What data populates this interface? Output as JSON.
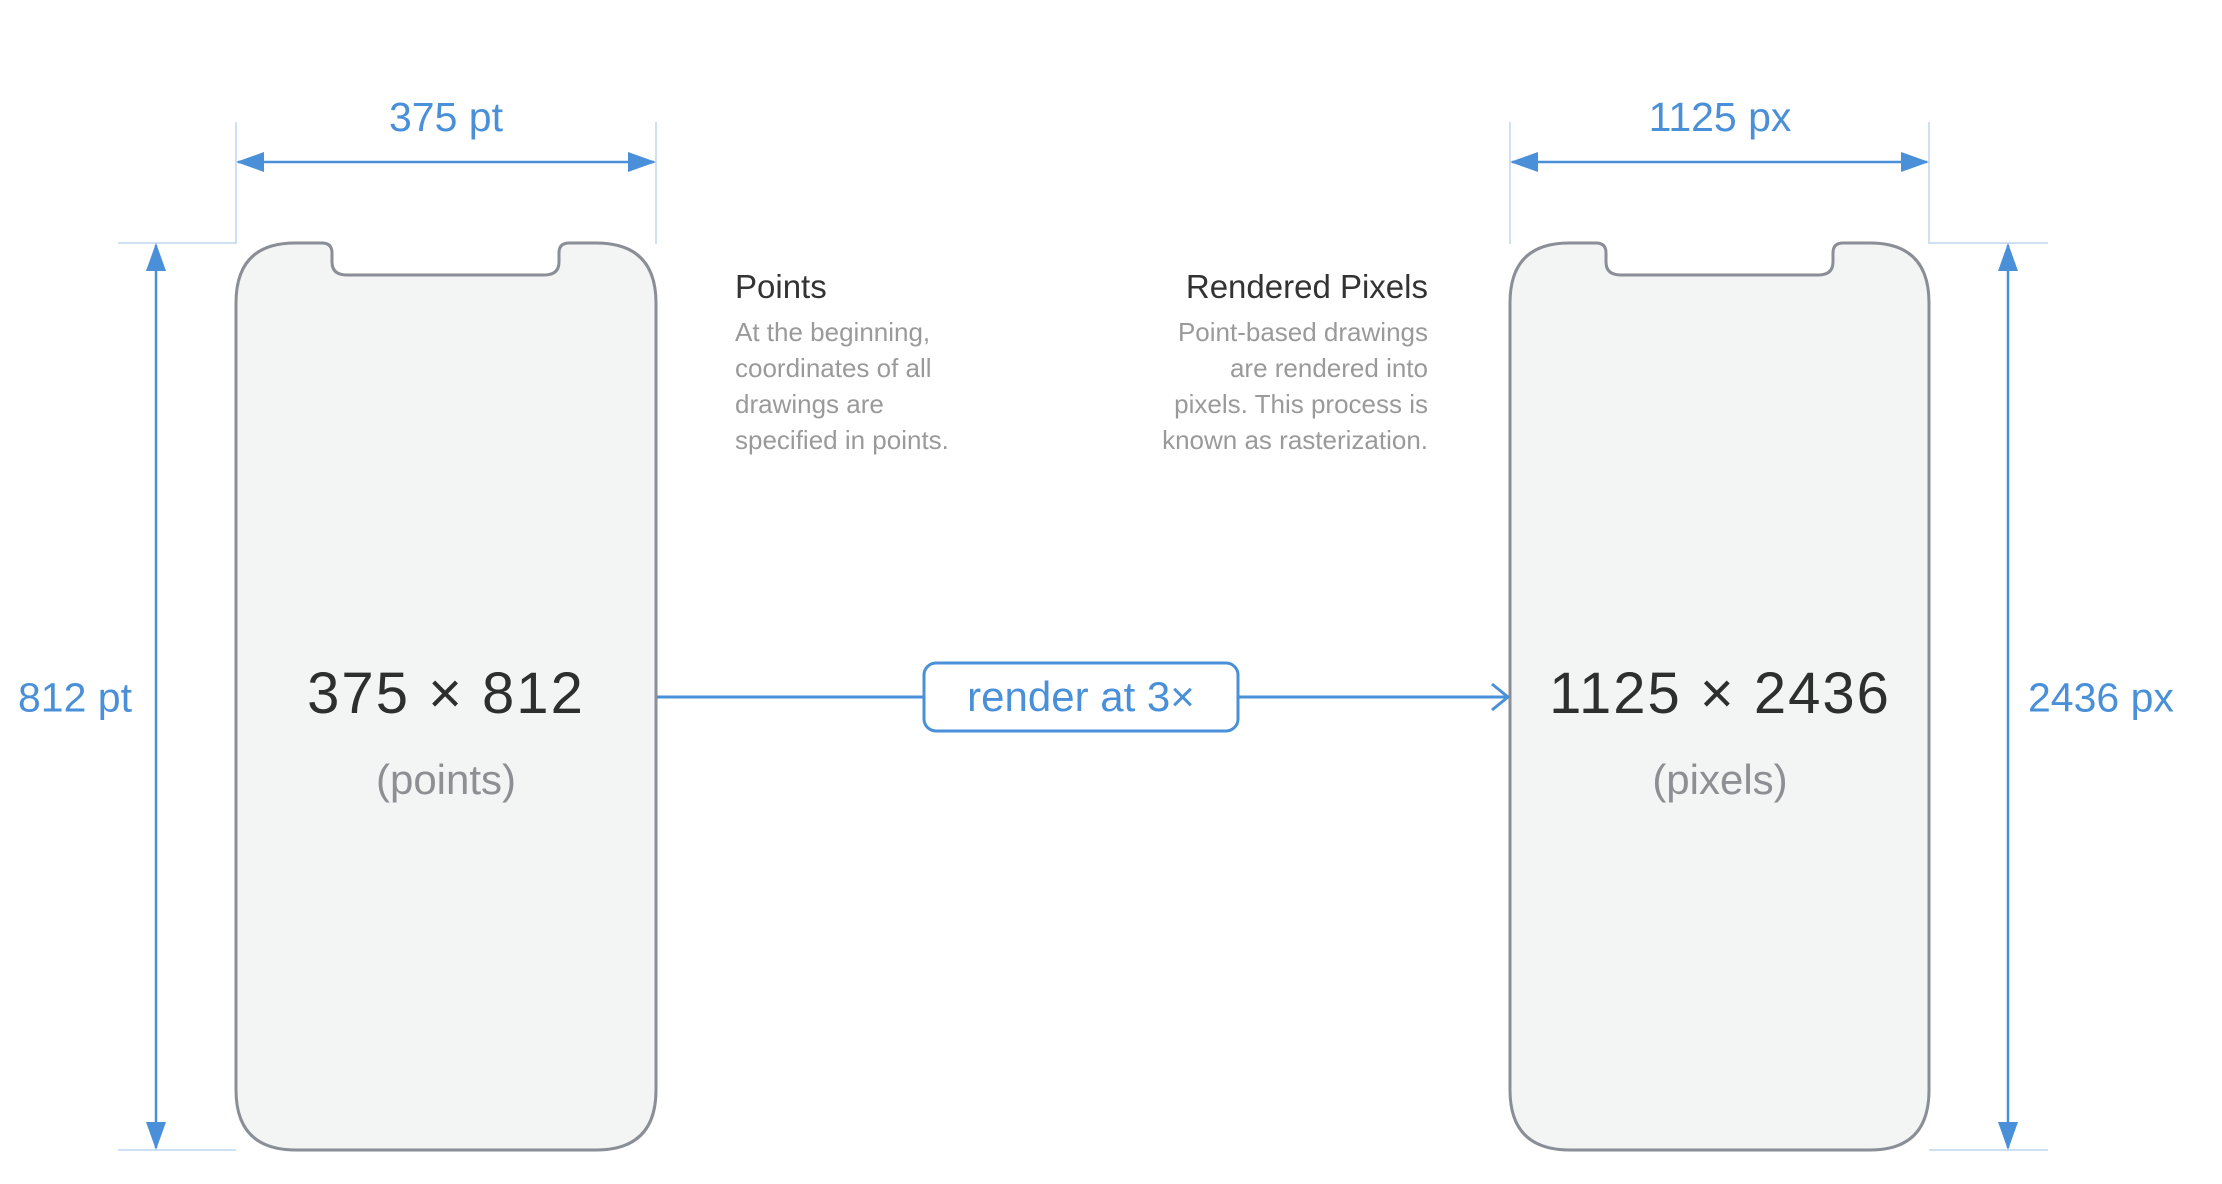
{
  "colors": {
    "accent": "#4a90d9",
    "phone_fill": "#f3f4f4",
    "phone_stroke": "#8a8e96",
    "guide": "#cfe0f3",
    "heading_text": "#333333",
    "body_text": "#9a9a9a"
  },
  "left_device": {
    "width_label": "375 pt",
    "height_label": "812 pt",
    "dimensions": "375 × 812",
    "unit": "(points)"
  },
  "right_device": {
    "width_label": "1125 px",
    "height_label": "2436 px",
    "dimensions": "1125 × 2436",
    "unit": "(pixels)"
  },
  "render_label": "render at 3×",
  "points_note": {
    "title": "Points",
    "lines": [
      "At the beginning,",
      "coordinates of all",
      "drawings are",
      "specified in points."
    ]
  },
  "pixels_note": {
    "title": "Rendered Pixels",
    "lines": [
      "Point-based drawings",
      "are rendered into",
      "pixels. This process is",
      "known as rasterization."
    ]
  }
}
